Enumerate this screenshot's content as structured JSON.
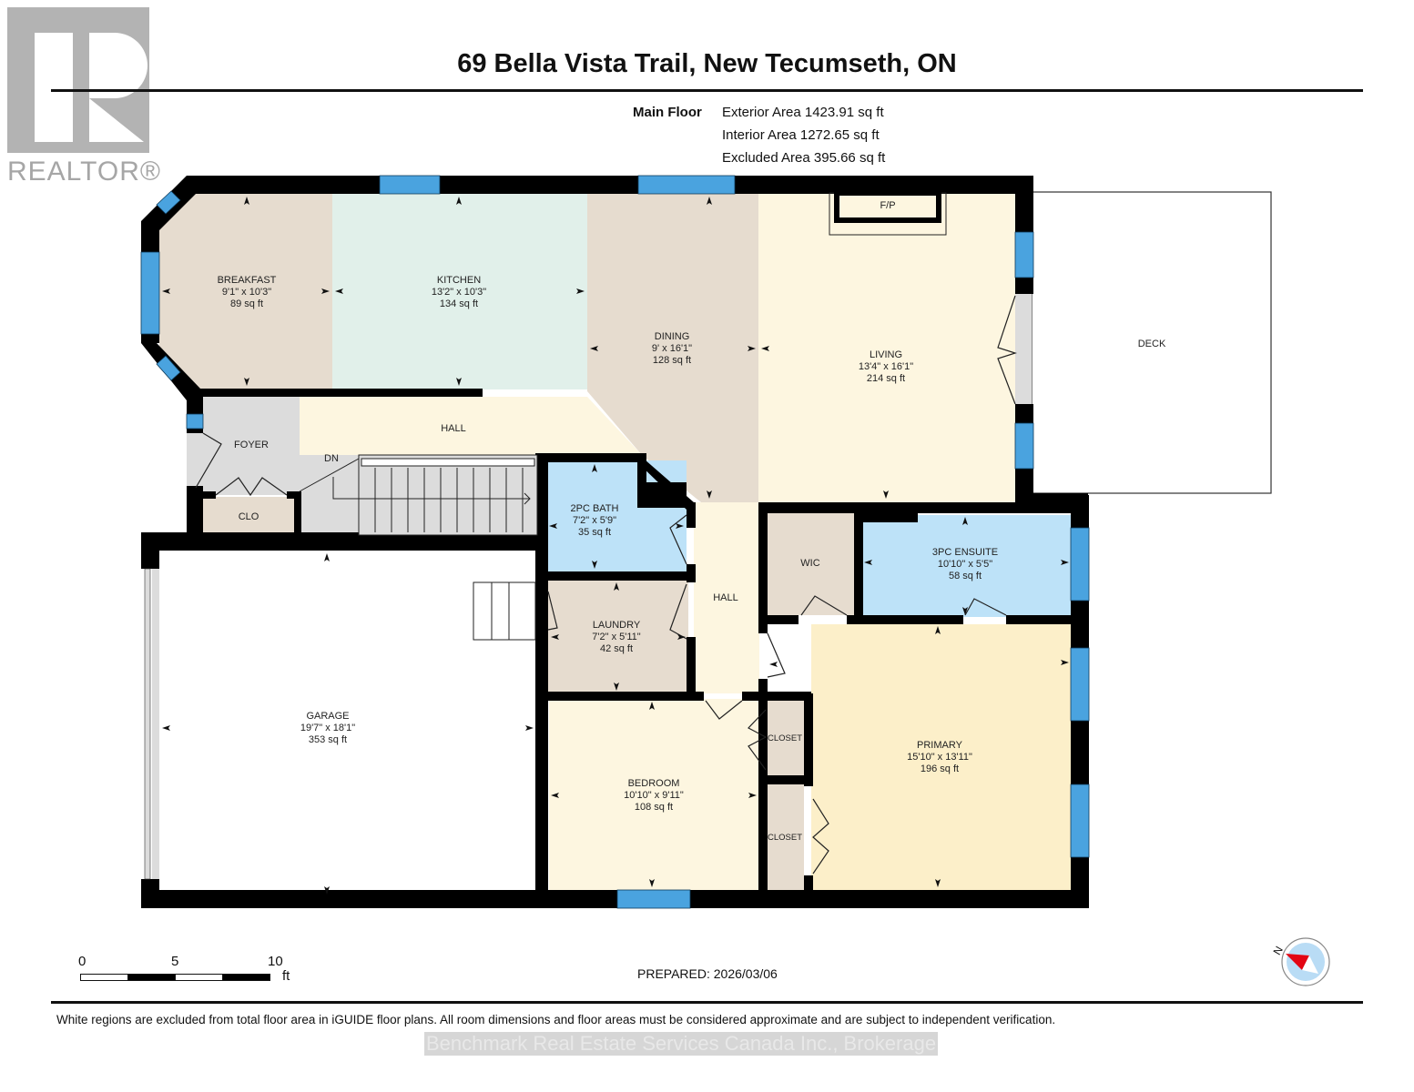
{
  "header": {
    "title": "69 Bella Vista Trail, New Tecumseth, ON",
    "logo_text": "REALTOR®"
  },
  "areas": {
    "floor_label": "Main Floor",
    "exterior": "Exterior Area 1423.91 sq ft",
    "interior": "Interior Area 1272.65 sq ft",
    "excluded": "Excluded Area 395.66 sq ft"
  },
  "colors": {
    "wall": "#000000",
    "window": "#4aa3df",
    "beige": "#e6dccf",
    "mint": "#e1f0ea",
    "cream": "#fdf6e0",
    "yellow": "#fcefc9",
    "blue": "#bde2f8",
    "grey": "#dcdcdc",
    "white": "#ffffff"
  },
  "rooms": [
    {
      "name": "BREAKFAST",
      "dims": "9'1\" x 10'3\"",
      "area": "89 sq ft"
    },
    {
      "name": "KITCHEN",
      "dims": "13'2\" x 10'3\"",
      "area": "134 sq ft"
    },
    {
      "name": "DINING",
      "dims": "9' x 16'1\"",
      "area": "128 sq ft"
    },
    {
      "name": "LIVING",
      "dims": "13'4\" x 16'1\"",
      "area": "214 sq ft"
    },
    {
      "name": "DECK",
      "dims": "",
      "area": ""
    },
    {
      "name": "FOYER",
      "dims": "",
      "area": ""
    },
    {
      "name": "HALL",
      "dims": "",
      "area": ""
    },
    {
      "name": "CLO",
      "dims": "",
      "area": ""
    },
    {
      "name": "2PC BATH",
      "dims": "7'2\" x 5'9\"",
      "area": "35 sq ft"
    },
    {
      "name": "LAUNDRY",
      "dims": "7'2\" x 5'11\"",
      "area": "42 sq ft"
    },
    {
      "name": "HALL",
      "dims": "",
      "area": ""
    },
    {
      "name": "WIC",
      "dims": "",
      "area": ""
    },
    {
      "name": "3PC ENSUITE",
      "dims": "10'10\" x 5'5\"",
      "area": "58 sq ft"
    },
    {
      "name": "GARAGE",
      "dims": "19'7\" x 18'1\"",
      "area": "353 sq ft"
    },
    {
      "name": "BEDROOM",
      "dims": "10'10\" x 9'11\"",
      "area": "108 sq ft"
    },
    {
      "name": "CLOSET",
      "dims": "",
      "area": ""
    },
    {
      "name": "CLOSET",
      "dims": "",
      "area": ""
    },
    {
      "name": "PRIMARY",
      "dims": "15'10\" x 13'11\"",
      "area": "196 sq ft"
    }
  ],
  "labels": {
    "stairs_dn": "DN",
    "fireplace": "F/P"
  },
  "scale": {
    "ticks": [
      "0",
      "5",
      "10"
    ],
    "unit": "ft"
  },
  "footer": {
    "prepared": "PREPARED: 2026/03/06",
    "disclaimer": "White regions are excluded from total floor area in iGUIDE floor plans. All room dimensions and floor areas must be considered approximate and are subject to independent verification.",
    "watermark": "Benchmark Real Estate Services Canada Inc., Brokerage",
    "compass_label": "N"
  }
}
